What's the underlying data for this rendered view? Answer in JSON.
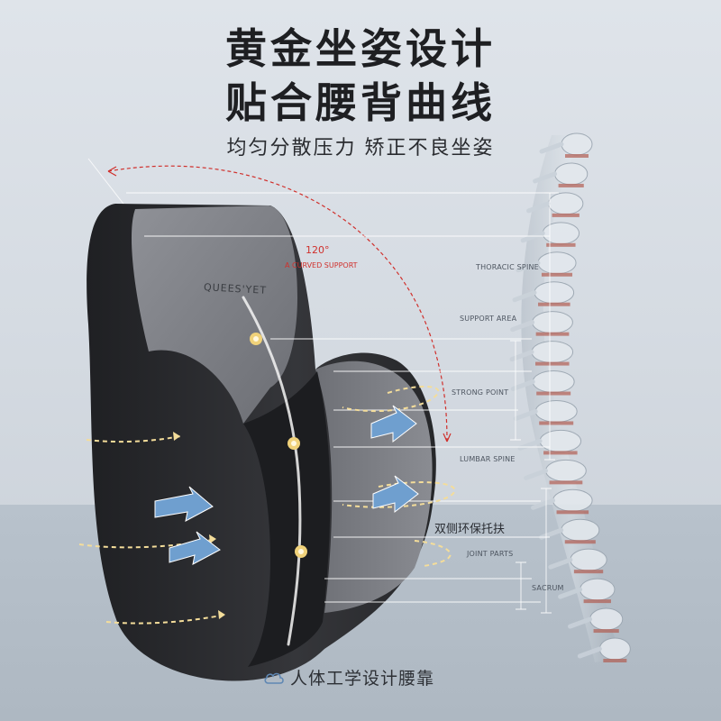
{
  "header": {
    "title_line1": "黄金坐姿设计",
    "title_line2": "贴合腰背曲线",
    "subtitle": "均匀分散压力 矫正不良坐姿"
  },
  "annotations": {
    "angle": "120°",
    "angle_caption": "A CURVED SUPPORT",
    "thoracic": "THORACIC SPINE",
    "support_area": "SUPPORT AREA",
    "strong_point": "STRONG POINT",
    "lumbar": "LUMBAR SPINE",
    "both_side": "双侧环保托扶",
    "joint": "JOINT PARTS",
    "sacrum": "SACRUM"
  },
  "product": {
    "brand": "QUEES'YET"
  },
  "footer": {
    "text": "人体工学设计腰靠",
    "icon": "cloud-icon"
  },
  "colors": {
    "accent_red": "#d0302c",
    "arrow_blue": "#6f9fcf",
    "cushion_dark": "#2b2c30",
    "cushion_grey": "#7d7f85"
  }
}
